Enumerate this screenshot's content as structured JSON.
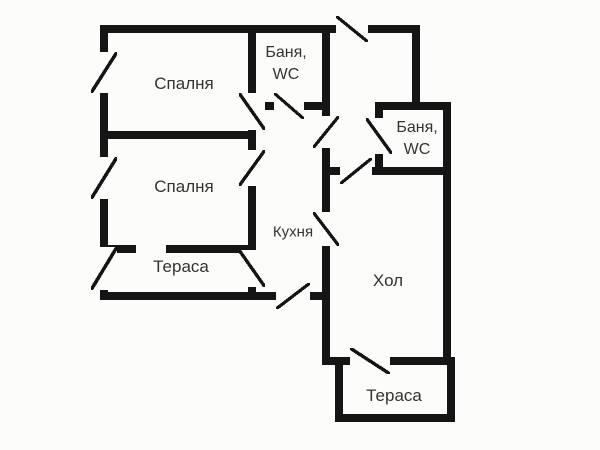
{
  "floorplan": {
    "background_color": "#fcfcfa",
    "wall_color": "#151515",
    "text_color": "#333333",
    "rooms": {
      "bedroom_top": {
        "label": "Спалня"
      },
      "bedroom_middle": {
        "label": "Спалня"
      },
      "terrace_left": {
        "label": "Тераса"
      },
      "bathroom_top": {
        "label_line1": "Баня,",
        "label_line2": "WC"
      },
      "bathroom_right": {
        "label_line1": "Баня,",
        "label_line2": "WC"
      },
      "kitchen": {
        "label": "Кухня"
      },
      "living_room": {
        "label": "Хол"
      },
      "terrace_bottom": {
        "label": "Тераса"
      }
    }
  }
}
